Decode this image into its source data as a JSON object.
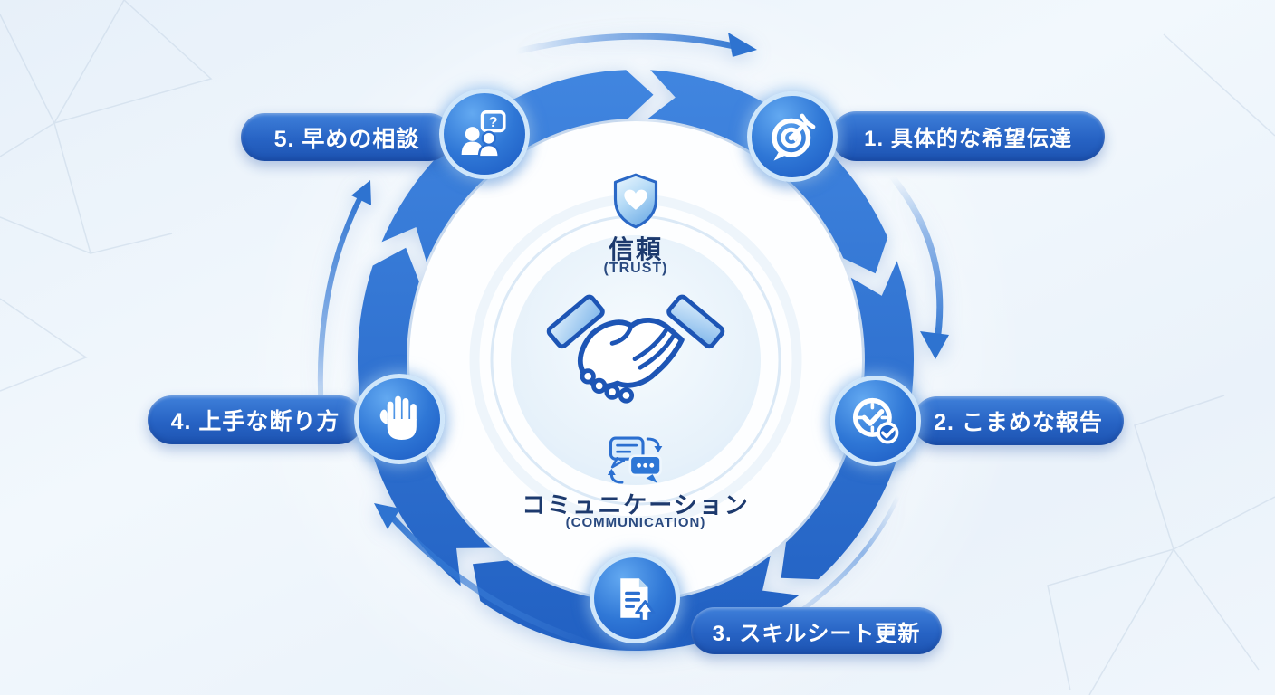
{
  "center": {
    "trust": {
      "icon": "shield-heart-icon",
      "label": "信頼",
      "sublabel": "(TRUST)"
    },
    "main_icon": "handshake-icon",
    "communication": {
      "icon": "chat-exchange-icon",
      "label": "コミュニケーション",
      "sublabel": "(COMMUNICATION)"
    }
  },
  "steps": [
    {
      "label": "1. 具体的な希望伝達",
      "icon": "target-goal-icon"
    },
    {
      "label": "2. こまめな報告",
      "icon": "clock-check-icon"
    },
    {
      "label": "3. スキルシート更新",
      "icon": "document-upload-icon"
    },
    {
      "label": "4. 上手な断り方",
      "icon": "stop-hand-icon"
    },
    {
      "label": "5. 早めの相談",
      "icon": "consultation-people-icon"
    }
  ],
  "flow": "clockwise",
  "colors": {
    "band": "#2e73d0",
    "pill_top": "#3f80da",
    "pill_bottom": "#1d54b2",
    "node_light": "#63a9f1",
    "node_dark": "#1a58c1",
    "halo_ring": "#cfe6fa",
    "text_dark": "#1d3a6e",
    "background": "#eef4fb"
  }
}
